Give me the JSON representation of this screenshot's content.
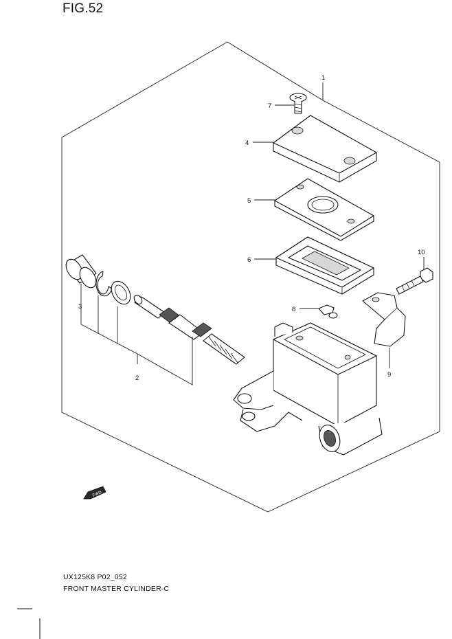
{
  "figure": {
    "title": "FIG.52"
  },
  "caption": {
    "code": "UX125K8 P02_052",
    "name": "FRONT MASTER CYLINDER-C"
  },
  "callouts": [
    {
      "id": "1",
      "label": "1"
    },
    {
      "id": "2",
      "label": "2"
    },
    {
      "id": "3",
      "label": "3"
    },
    {
      "id": "4",
      "label": "4"
    },
    {
      "id": "5",
      "label": "5"
    },
    {
      "id": "6",
      "label": "6"
    },
    {
      "id": "7",
      "label": "7"
    },
    {
      "id": "8",
      "label": "8"
    },
    {
      "id": "9",
      "label": "9"
    },
    {
      "id": "10",
      "label": "10"
    }
  ],
  "fwd_marker": {
    "label": "FWD",
    "icon": "fwd-arrow-icon"
  }
}
